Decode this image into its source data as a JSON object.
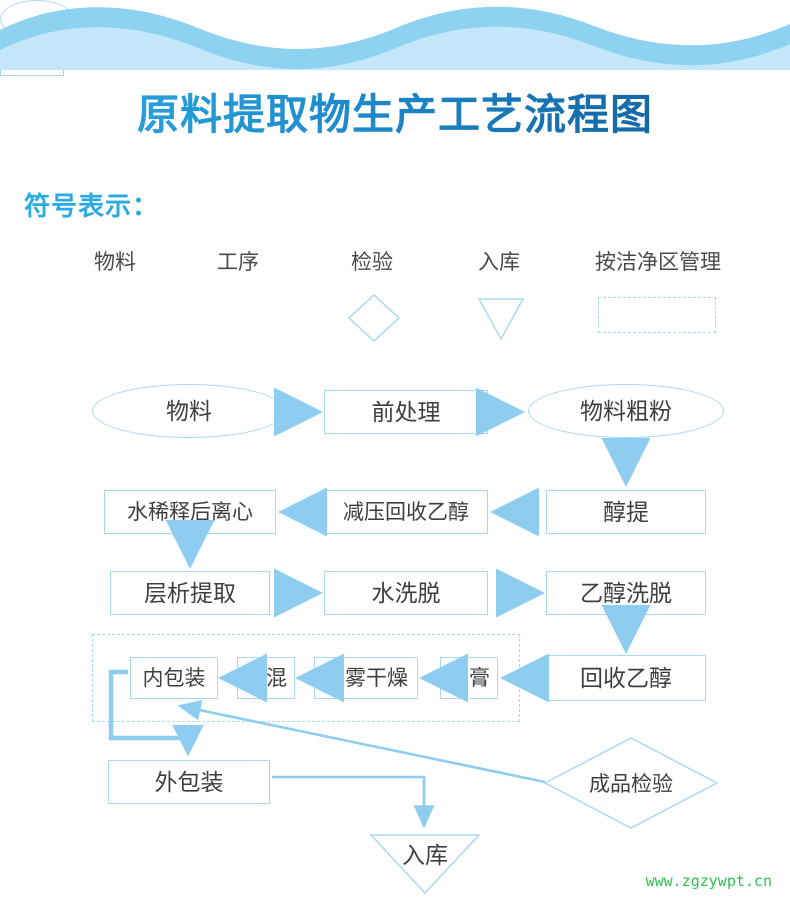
{
  "header": {
    "wave_color_top": "#8ed2f2",
    "wave_color_bottom": "#c5e7fa"
  },
  "title": {
    "text": "原料提取物生产工艺流程图",
    "gradient_from": "#2eaae2",
    "gradient_to": "#125f96"
  },
  "legend": {
    "label": "符号表示：",
    "label_color": "#29abe2",
    "items": [
      {
        "label": "物料",
        "shape": "ellipse"
      },
      {
        "label": "工序",
        "shape": "rectangle"
      },
      {
        "label": "检验",
        "shape": "diamond"
      },
      {
        "label": "入库",
        "shape": "triangle-down"
      },
      {
        "label": "按洁净区管理",
        "shape": "dashed-rectangle"
      }
    ]
  },
  "flow": {
    "shape_stroke": "#a9d9f2",
    "text_color": "#3f3f3f",
    "arrow_color": "#8ecdf0",
    "nodes": [
      {
        "id": "wuliao",
        "label": "物料",
        "shape": "ellipse"
      },
      {
        "id": "qianchuli",
        "label": "前处理",
        "shape": "rectangle"
      },
      {
        "id": "wuliaocufen",
        "label": "物料粗粉",
        "shape": "ellipse"
      },
      {
        "id": "chunti",
        "label": "醇提",
        "shape": "rectangle"
      },
      {
        "id": "jianyahuishou",
        "label": "减压回收乙醇",
        "shape": "rectangle"
      },
      {
        "id": "shuixishi",
        "label": "水稀释后离心",
        "shape": "rectangle"
      },
      {
        "id": "cengxi",
        "label": "层析提取",
        "shape": "rectangle"
      },
      {
        "id": "shuixituo",
        "label": "水洗脱",
        "shape": "rectangle"
      },
      {
        "id": "yichunxituo",
        "label": "乙醇洗脱",
        "shape": "rectangle"
      },
      {
        "id": "huishouyichun",
        "label": "回收乙醇",
        "shape": "rectangle"
      },
      {
        "id": "shougao",
        "label": "收膏",
        "shape": "rectangle"
      },
      {
        "id": "penwuganzao",
        "label": "喷雾干燥",
        "shape": "rectangle"
      },
      {
        "id": "zonghun",
        "label": "总混",
        "shape": "rectangle"
      },
      {
        "id": "neibaozhuang",
        "label": "内包装",
        "shape": "rectangle"
      },
      {
        "id": "waibaozhuang",
        "label": "外包装",
        "shape": "rectangle"
      },
      {
        "id": "chengpinjianyan",
        "label": "成品检验",
        "shape": "diamond"
      },
      {
        "id": "ruku",
        "label": "入库",
        "shape": "triangle-down"
      }
    ]
  },
  "watermark": {
    "text": "www.zgzywpt.cn",
    "color": "#2ec24f"
  }
}
